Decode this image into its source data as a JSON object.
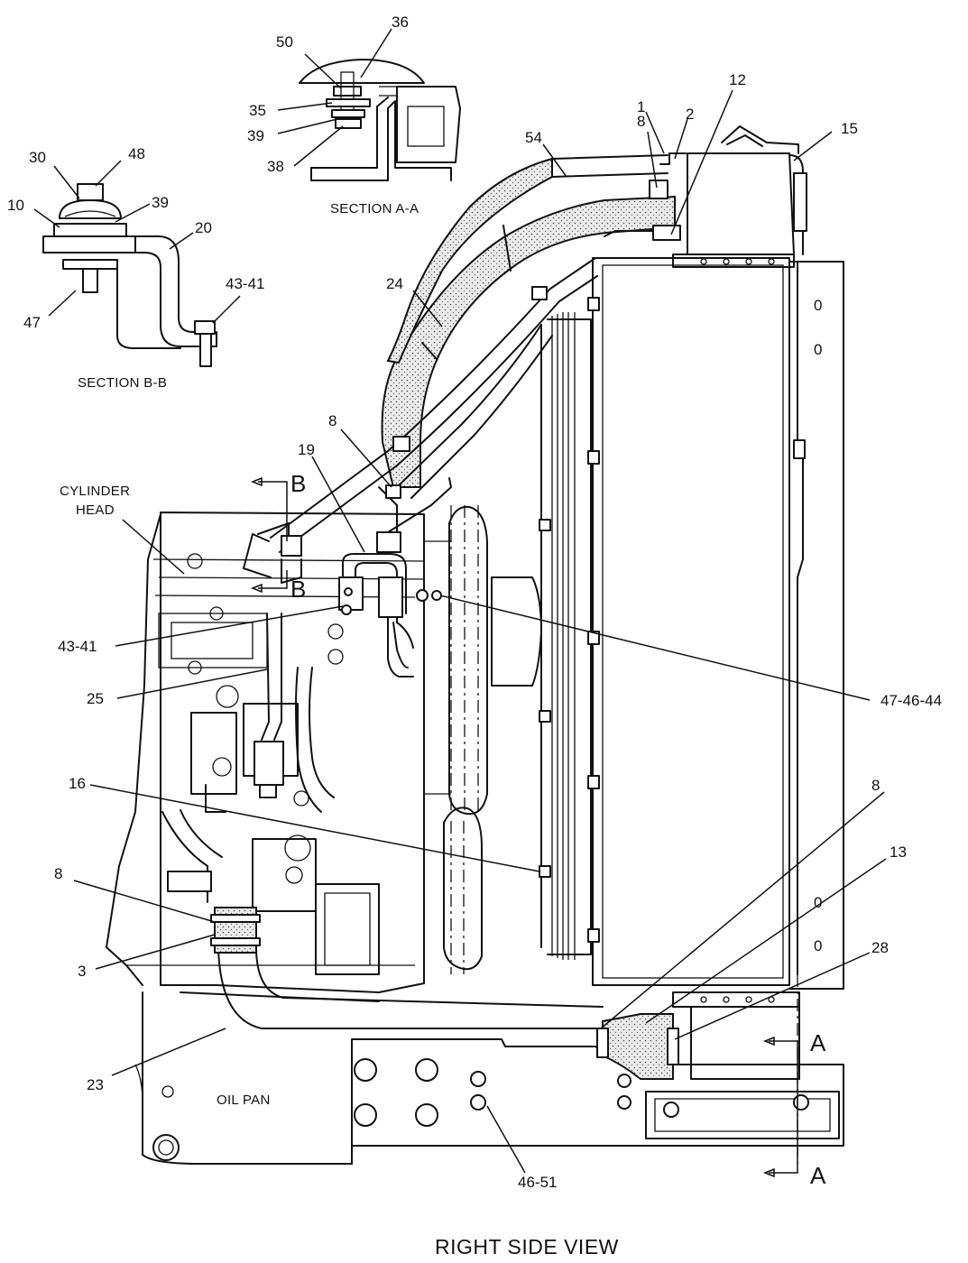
{
  "title": "RIGHT SIDE VIEW",
  "sections": {
    "section_aa": "SECTION A-A",
    "section_bb": "SECTION B-B"
  },
  "labels": {
    "cylinder_head_1": "CYLINDER",
    "cylinder_head_2": "HEAD",
    "oil_pan": "OIL PAN"
  },
  "section_markers": {
    "a": "A",
    "b": "B"
  },
  "callouts": {
    "c50": "50",
    "c36": "36",
    "c35": "35",
    "c39a": "39",
    "c38": "38",
    "c30": "30",
    "c48": "48",
    "c10": "10",
    "c39b": "39",
    "c20": "20",
    "c47": "47",
    "c4341a": "43-41",
    "c1": "1",
    "c2": "2",
    "c12": "12",
    "c8a": "8",
    "c15": "15",
    "c54": "54",
    "c24": "24",
    "c8b": "8",
    "c19": "19",
    "c4341b": "43-41",
    "c25": "25",
    "c474644": "47-46-44",
    "c16": "16",
    "c8c": "8",
    "c8d": "8",
    "c13": "13",
    "c3": "3",
    "c28": "28",
    "c23": "23",
    "c4651": "46-51"
  },
  "radiator_marks": [
    "0",
    "0",
    "0",
    "0"
  ]
}
